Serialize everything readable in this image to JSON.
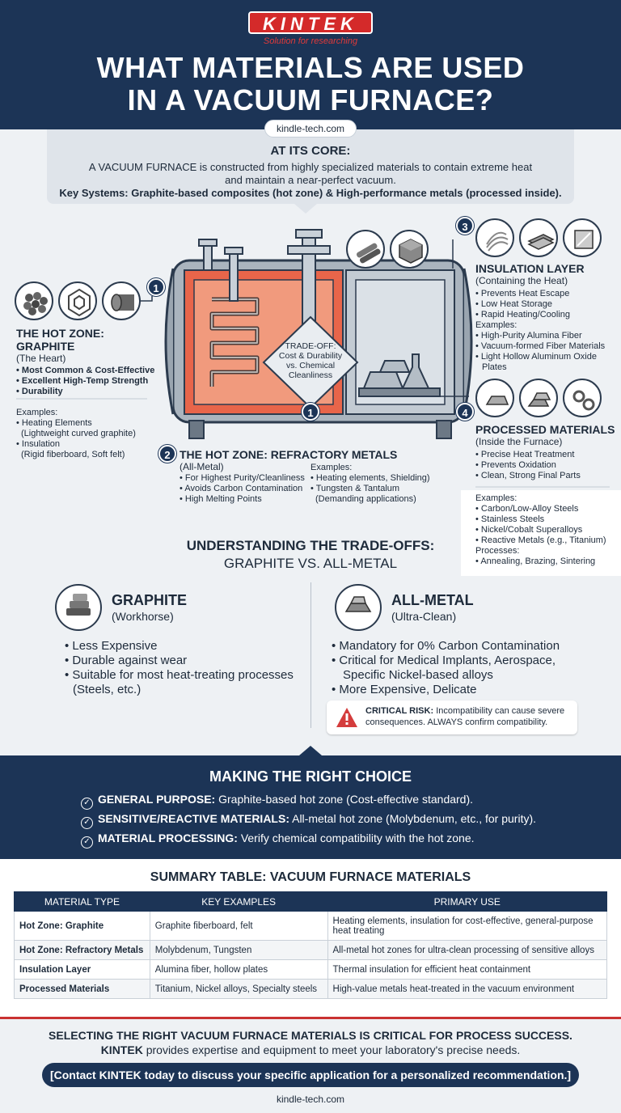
{
  "header": {
    "logo_text": "KINTEK",
    "tagline": "Solution for researching",
    "title_line1": "WHAT MATERIALS ARE USED",
    "title_line2": "IN A VACUUM FURNACE?",
    "url": "kindle-tech.com"
  },
  "core": {
    "heading": "AT ITS CORE:",
    "line1": "A VACUUM FURNACE is constructed from highly specialized materials to contain extreme heat",
    "line2": "and maintain a near-perfect vacuum.",
    "line3": "Key Systems: Graphite-based composites (hot zone) & High-performance metals (processed inside)."
  },
  "diagram": {
    "tradeoff_label": "TRADE-OFF:",
    "tradeoff_line1": "Cost & Durability",
    "tradeoff_line2": "vs. Chemical",
    "tradeoff_line3": "Cleanliness",
    "badges": [
      "1",
      "1",
      "2",
      "3",
      "4"
    ],
    "graphite": {
      "title1": "THE HOT ZONE:",
      "title2": "GRAPHITE",
      "subtitle": "(The Heart)",
      "items": [
        "Most Common & Cost-Effective",
        "Excellent High-Temp Strength",
        "Durability"
      ],
      "examples_label": "Examples:",
      "ex1": "Heating Elements",
      "ex1_detail": "(Lightweight curved graphite)",
      "ex2": "Insulation",
      "ex2_detail": "(Rigid fiberboard, Soft felt)"
    },
    "refractory": {
      "title": "THE HOT ZONE: REFRACTORY METALS",
      "subtitle": "(All-Metal)",
      "items": [
        "For Highest Purity/Cleanliness",
        "Avoids Carbon Contamination",
        "High Melting Points"
      ],
      "examples_label": "Examples:",
      "ex1": "Heating elements, Shielding)",
      "ex2": "Tungsten & Tantalum",
      "ex2_detail": "(Demanding applications)"
    },
    "insulation": {
      "title": "INSULATION LAYER",
      "subtitle": "(Containing the Heat)",
      "items": [
        "Prevents Heat Escape",
        "Low Heat Storage",
        "Rapid Heating/Cooling"
      ],
      "examples_label": "Examples:",
      "examples": [
        "High-Purity Alumina Fiber",
        "Vacuum-formed Fiber Materials",
        "Light Hollow Aluminum Oxide"
      ],
      "examples_tail": "Plates"
    },
    "processed": {
      "title": "PROCESSED MATERIALS",
      "subtitle": "(Inside the Furnace)",
      "items": [
        "Precise Heat Treatment",
        "Prevents Oxidation",
        "Clean, Strong Final Parts"
      ],
      "examples_label": "Examples:",
      "examples": [
        "Carbon/Low-Alloy Steels",
        "Stainless Steels",
        "Nickel/Cobalt Superalloys",
        "Reactive Metals (e.g., Titanium)"
      ],
      "processes_label": "Processes:",
      "processes": [
        "Annealing, Brazing, Sintering"
      ]
    }
  },
  "tradeoffs": {
    "title1": "UNDERSTANDING THE TRADE-OFFS:",
    "title2": "GRAPHITE VS. ALL-METAL",
    "graphite": {
      "head": "GRAPHITE",
      "sub": "(Workhorse)",
      "items": [
        "Less Expensive",
        "Durable against wear",
        "Suitable for most heat-treating processes"
      ],
      "tail": "(Steels, etc.)"
    },
    "allmetal": {
      "head": "ALL-METAL",
      "sub": "(Ultra-Clean)",
      "items": [
        "Mandatory for 0% Carbon Contamination",
        "Critical for Medical Implants, Aerospace,"
      ],
      "tail": "Specific Nickel-based alloys",
      "last": "More Expensive, Delicate"
    },
    "risk_label": "CRITICAL RISK:",
    "risk_text": "Incompatibility can cause severe",
    "risk_text2": "consequences. ALWAYS confirm compatibility."
  },
  "choice": {
    "title": "MAKING THE RIGHT CHOICE",
    "rows": [
      {
        "label": "GENERAL PURPOSE:",
        "text": "Graphite-based hot zone (Cost-effective standard)."
      },
      {
        "label": "SENSITIVE/REACTIVE MATERIALS:",
        "text": "All-metal hot zone (Molybdenum, etc., for purity)."
      },
      {
        "label": "MATERIAL PROCESSING:",
        "text": "Verify chemical compatibility with the hot zone."
      }
    ]
  },
  "summary": {
    "title": "SUMMARY TABLE: VACUUM FURNACE MATERIALS",
    "headers": [
      "MATERIAL TYPE",
      "KEY EXAMPLES",
      "PRIMARY USE"
    ],
    "rows": [
      [
        "Hot Zone: Graphite",
        "Graphite fiberboard, felt",
        "Heating elements, insulation for cost-effective, general-purpose heat treating"
      ],
      [
        "Hot Zone: Refractory Metals",
        "Molybdenum, Tungsten",
        "All-metal hot zones for ultra-clean processing of sensitive alloys"
      ],
      [
        "Insulation Layer",
        "Alumina fiber, hollow plates",
        "Thermal insulation for efficient heat containment"
      ],
      [
        "Processed Materials",
        "Titanium, Nickel alloys, Specialty steels",
        "High-value metals heat-treated in the vacuum environment"
      ]
    ]
  },
  "footer": {
    "line1": "SELECTING THE RIGHT VACUUM FURNACE MATERIALS IS CRITICAL FOR PROCESS SUCCESS.",
    "brand": "KINTEK",
    "line2": "provides expertise and equipment to meet your laboratory's precise needs.",
    "cta": "[Contact KINTEK today to discuss your specific application for a personalized recommendation.]",
    "url": "kindle-tech.com"
  },
  "colors": {
    "navy": "#1c3456",
    "brand_red": "#d42a2a",
    "heat_orange": "#e8654a",
    "panel_gray": "#dfe4ea"
  }
}
